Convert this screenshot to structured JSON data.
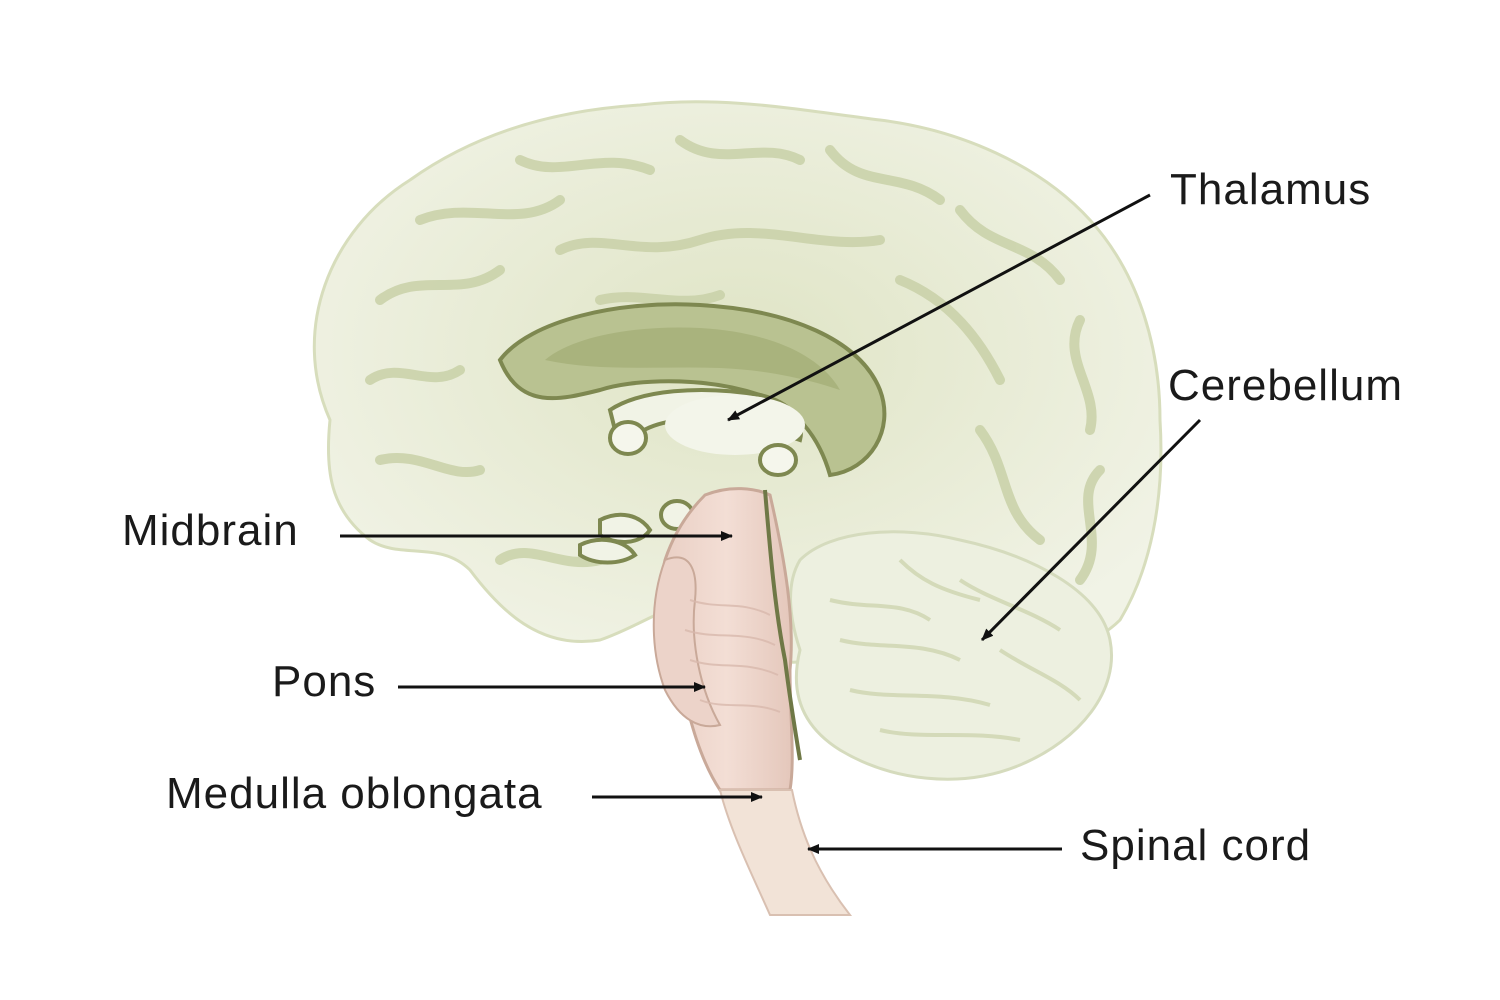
{
  "diagram": {
    "colors": {
      "background": "#ffffff",
      "cortex_fill": "#ecefdc",
      "cortex_shade": "#dfe4c5",
      "sulcus_line": "#c7cfa6",
      "corpus_callosum_fill": "#b9c291",
      "structure_outline": "#7e8850",
      "brainstem_fill": "#eed7ce",
      "brainstem_shade": "#e2c4b8",
      "spinal_cord_fill": "#f2e3d7",
      "cerebellum_fill": "#edf0e0",
      "arrow_color": "#111111",
      "label_color": "#1a1a1a"
    },
    "labels": {
      "thalamus": "Thalamus",
      "cerebellum": "Cerebellum",
      "midbrain": "Midbrain",
      "pons": "Pons",
      "medulla_oblongata": "Medulla oblongata",
      "spinal_cord": "Spinal cord"
    }
  }
}
